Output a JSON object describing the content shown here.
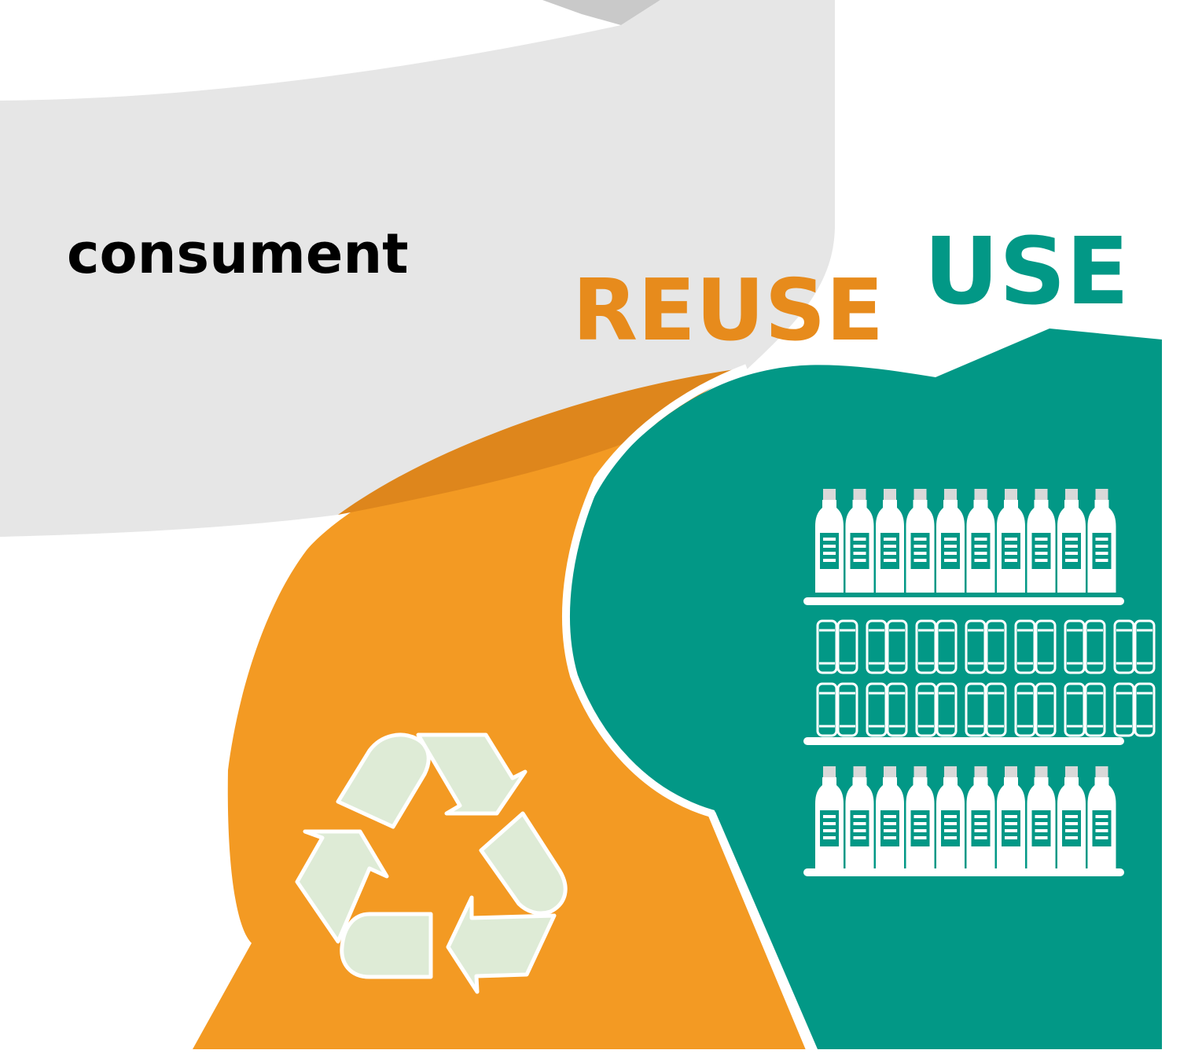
{
  "labels": {
    "consumer": "consument",
    "reuse": "REUSE",
    "use": "USE"
  },
  "colors": {
    "band_gray": "#e6e6e6",
    "band_gray_dark": "#c9c9c9",
    "orange": "#f39a23",
    "orange_dark": "#de861c",
    "teal": "#029886",
    "recycle_fill": "#deebd6",
    "text_black": "#000000",
    "white": "#ffffff"
  },
  "icons": {
    "recycle": "recycle-icon",
    "bottle": "bottle-icon",
    "can": "can-icon",
    "shelf": "shelf-icon"
  }
}
